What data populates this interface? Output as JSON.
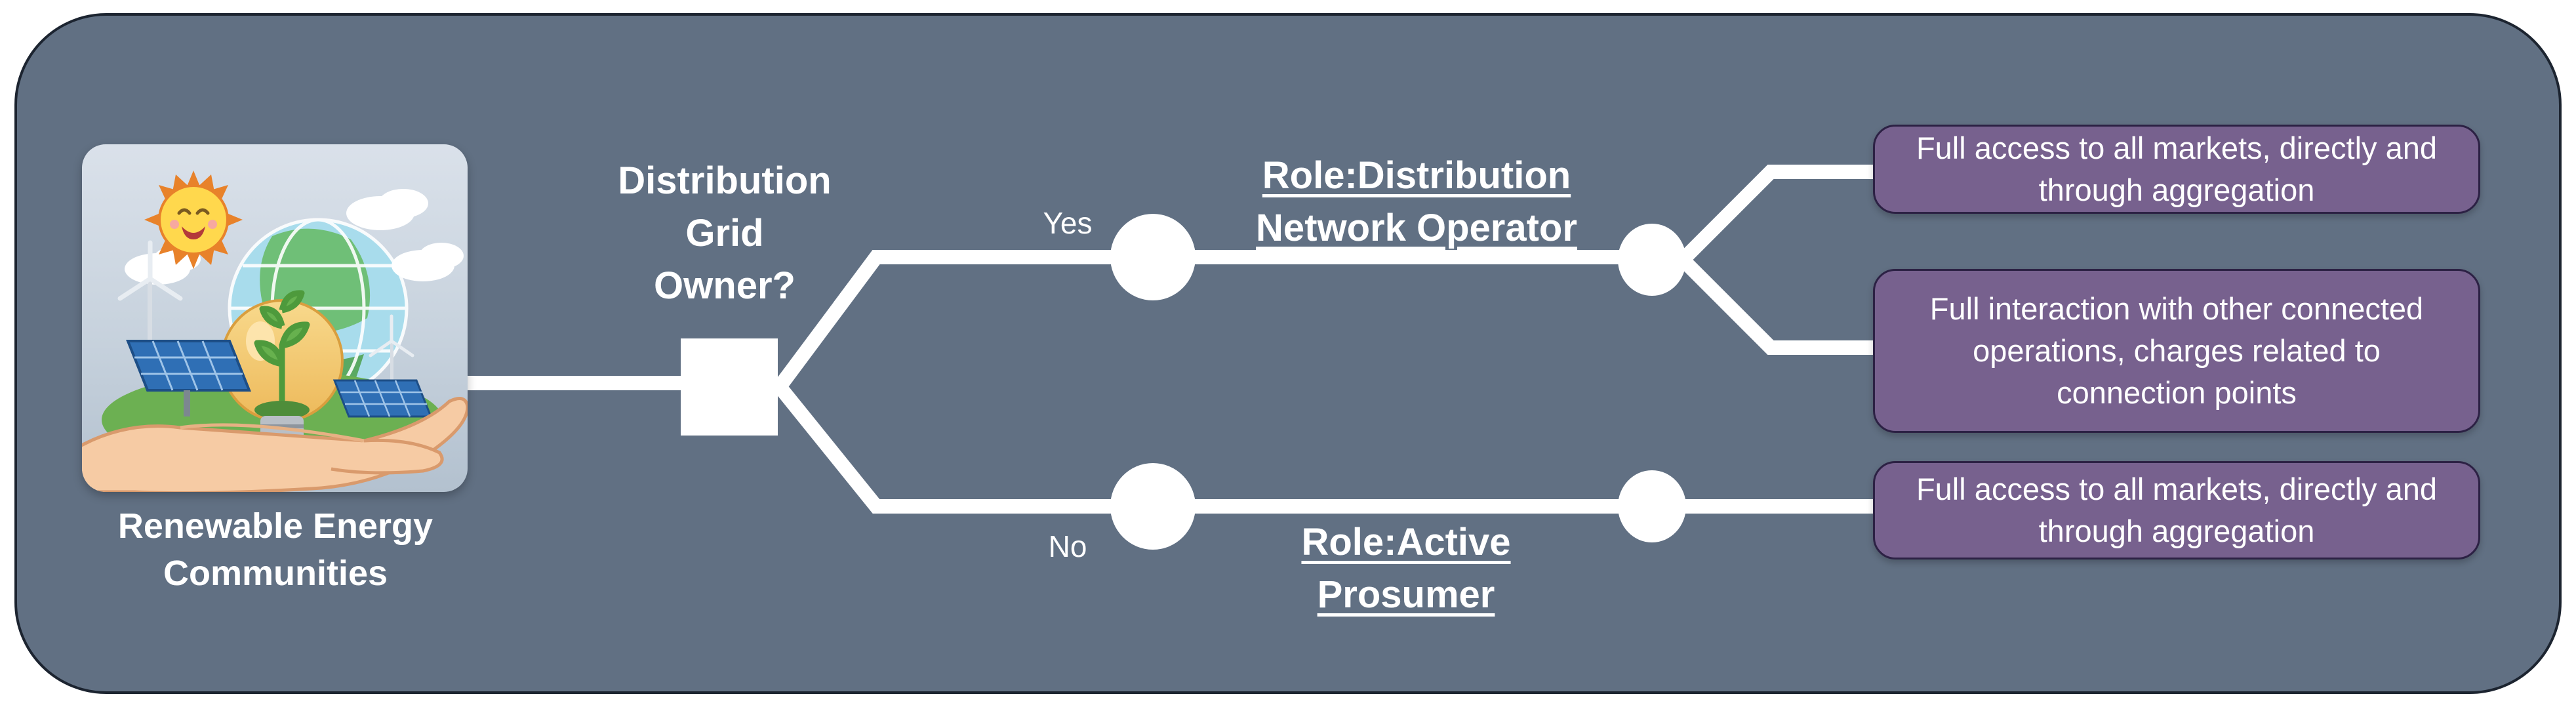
{
  "source": {
    "caption": "Renewable Energy\nCommunities",
    "illustration_icons": [
      "sun-icon",
      "cloud-icon",
      "globe-icon",
      "lightbulb-plant-icon",
      "wind-turbine-icon",
      "solar-panel-icon",
      "hill-icon",
      "hand-icon"
    ]
  },
  "decision": {
    "question": "Distribution\nGrid\nOwner?"
  },
  "branches": [
    {
      "label": "Yes",
      "role": "Role:Distribution\nNetwork Operator",
      "outcomes": [
        "Full access to all markets, directly and through aggregation",
        "Full interaction with other connected operations, charges related to connection points"
      ]
    },
    {
      "label": "No",
      "role": "Role:Active\nProsumer",
      "outcomes": [
        "Full access to all markets, directly and through aggregation"
      ]
    }
  ],
  "colors": {
    "page_bg": "#ffffff",
    "panel_bg": "#617083",
    "panel_border": "#1c2430",
    "wire": "#ffffff",
    "outcome_bg": "#77618e",
    "outcome_border": "#2c2144",
    "text": "#ffffff"
  }
}
